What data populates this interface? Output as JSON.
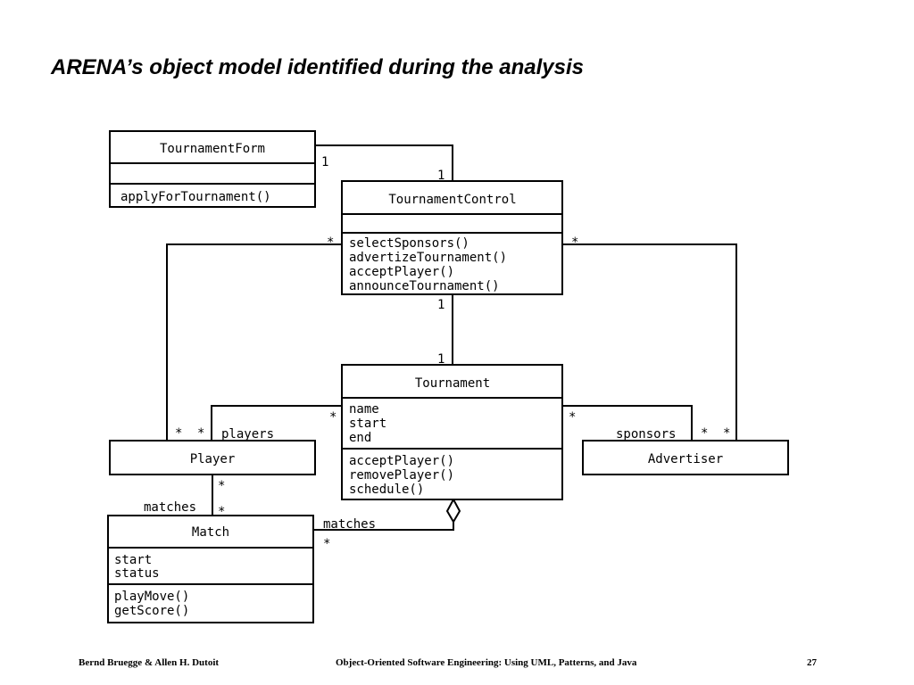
{
  "title": "ARENA’s object model identified during the analysis",
  "classes": {
    "tournament_form": {
      "name": "TournamentForm",
      "attributes": [],
      "operations": [
        "applyForTournament()"
      ]
    },
    "tournament_control": {
      "name": "TournamentControl",
      "attributes": [],
      "operations": [
        "selectSponsors()",
        "advertizeTournament()",
        "acceptPlayer()",
        "announceTournament()"
      ]
    },
    "tournament": {
      "name": "Tournament",
      "attributes": [
        "name",
        "start",
        "end"
      ],
      "operations": [
        "acceptPlayer()",
        "removePlayer()",
        "schedule()"
      ]
    },
    "player": {
      "name": "Player"
    },
    "advertiser": {
      "name": "Advertiser"
    },
    "match": {
      "name": "Match",
      "attributes": [
        "start",
        "status"
      ],
      "operations": [
        "playMove()",
        "getScore()"
      ]
    }
  },
  "associations": {
    "form_control": {
      "form_end": "1",
      "control_end": "1"
    },
    "control_tournament": {
      "control_end": "1",
      "tournament_end": "1"
    },
    "control_player": {
      "control_end": "*",
      "player_end": "*"
    },
    "control_advertiser": {
      "control_end": "*",
      "advertiser_end": "*"
    },
    "tournament_player": {
      "tournament_end": "*",
      "player_end": "*",
      "role": "players"
    },
    "tournament_advertiser": {
      "tournament_end": "*",
      "advertiser_end": "*",
      "role": "sponsors"
    },
    "player_match": {
      "player_end": "*",
      "match_end": "*",
      "role": "matches"
    },
    "tournament_match": {
      "match_end": "*",
      "role": "matches",
      "kind": "aggregation"
    }
  },
  "footer": {
    "authors": "Bernd Bruegge & Allen H. Dutoit",
    "book": "Object-Oriented Software Engineering: Using UML, Patterns, and Java",
    "page": "27"
  }
}
